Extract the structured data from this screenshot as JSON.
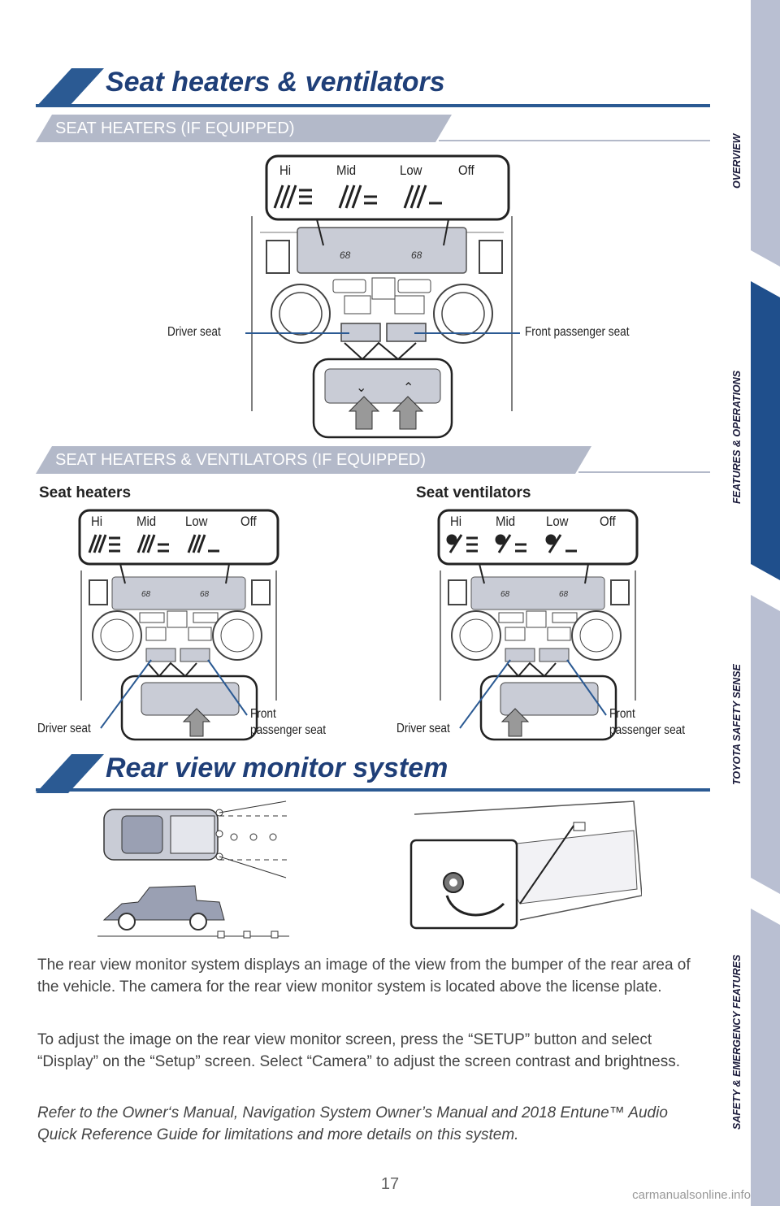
{
  "page": {
    "number": "17",
    "watermark": "carmanualsonline.info"
  },
  "sidebar": {
    "tabs": [
      {
        "label": "OVERVIEW",
        "active": false
      },
      {
        "label": "FEATURES & OPERATIONS",
        "active": true
      },
      {
        "label": "TOYOTA SAFETY SENSE",
        "active": false
      },
      {
        "label": "SAFETY & EMERGENCY FEATURES",
        "active": false
      }
    ]
  },
  "seat_section": {
    "title": "Seat heaters & ventilators",
    "heaters_band": "SEAT HEATERS (IF EQUIPPED)",
    "heaters_levels": [
      "Hi",
      "Mid",
      "Low",
      "Off"
    ],
    "callout_driver": "Driver seat",
    "callout_passenger": "Front passenger seat",
    "display_temp_left": "68",
    "display_temp_right": "68",
    "combo_band": "SEAT HEATERS & VENTILATORS (IF EQUIPPED)",
    "heaters_label": "Seat heaters",
    "ventilators_label": "Seat ventilators",
    "combo_heater_levels": [
      "Hi",
      "Mid",
      "Low",
      "Off"
    ],
    "combo_vent_levels": [
      "Hi",
      "Mid",
      "Low",
      "Off"
    ],
    "combo_driver": "Driver seat",
    "combo_front_1": "Front",
    "combo_front_2": "passenger seat"
  },
  "rear_section": {
    "title": "Rear view monitor system",
    "para1": "The rear view monitor system displays an image of the view from the bumper of the rear area of the vehicle. The camera for the rear view monitor system is located above the license plate.",
    "para2": "To adjust the image on the rear view monitor screen, press the “SETUP” button and select “Display” on the “Setup” screen.  Select “Camera” to adjust the screen contrast and brightness.",
    "para3": "Refer to the Owner‘s Manual, Navigation System Owner’s Manual and 2018 Entune™ Audio Quick Reference Guide for limitations and more details on this system."
  },
  "colors": {
    "title_blue": "#1f3f78",
    "rule_blue": "#2b5a93",
    "band_gray": "#b3b9c9",
    "sidebar_gray": "#b9bfd2",
    "sidebar_active": "#1f4f8c"
  }
}
